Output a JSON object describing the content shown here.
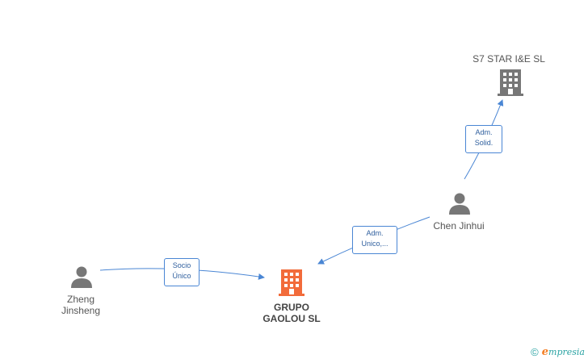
{
  "colors": {
    "edge": "#4a86d4",
    "person": "#777777",
    "company": "#777777",
    "main_company": "#f26b3a"
  },
  "nodes": {
    "s7_star": {
      "label": "S7 STAR I&E  SL",
      "icon": "building-icon"
    },
    "chen_jinhui": {
      "label": "Chen Jinhui",
      "icon": "person-icon"
    },
    "zheng_jinsheng": {
      "label": "Zheng\nJinsheng",
      "icon": "person-icon"
    },
    "grupo_gaolou": {
      "label": "GRUPO\nGAOLOU SL",
      "icon": "building-icon"
    }
  },
  "edges": {
    "chen_to_s7": {
      "label": "Adm.\nSolid."
    },
    "chen_to_grupo": {
      "label": "Adm.\nUnico,..."
    },
    "zheng_to_grupo": {
      "label": "Socio\nÚnico"
    }
  },
  "footer": {
    "copyright": "©",
    "brand_first": "e",
    "brand_rest": "mpresia"
  }
}
